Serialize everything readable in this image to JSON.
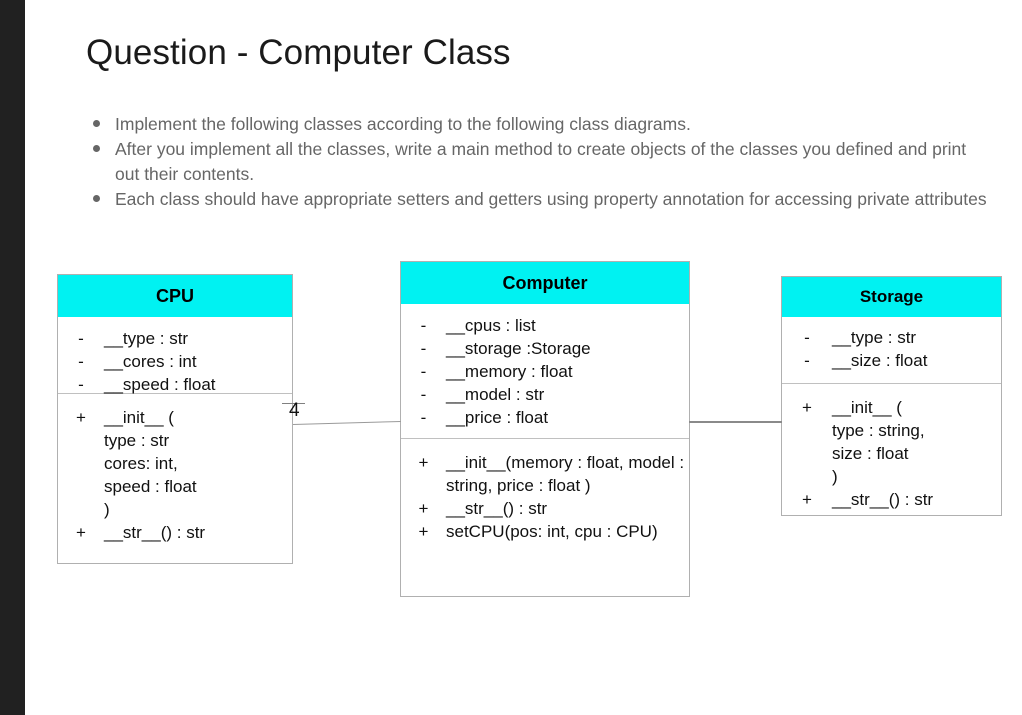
{
  "slide": {
    "title": "Question - Computer Class",
    "bullets": [
      "Implement the following classes according to the following class diagrams.",
      "After you implement all the classes, write a main method to create objects of the classes you defined and print out their contents.",
      "Each class should have appropriate setters and getters using property annotation for accessing private attributes"
    ]
  },
  "colors": {
    "class_header": "#00F2F2",
    "box_border": "#B0B0B0",
    "rail": "#212121",
    "bullet_text": "#666666",
    "title_text": "#1A1A1A"
  },
  "diagram": {
    "type": "uml-class-diagram",
    "classes": [
      {
        "name": "CPU",
        "attributes": [
          {
            "visibility": "-",
            "text": "__type : str"
          },
          {
            "visibility": "-",
            "text": "__cores : int"
          },
          {
            "visibility": "-",
            "text": "__speed : float"
          }
        ],
        "operations": [
          {
            "visibility": "+",
            "text": "__init__ (\ntype : str\ncores: int,\nspeed : float\n)"
          },
          {
            "visibility": "+",
            "text": "__str__() : str"
          }
        ]
      },
      {
        "name": "Computer",
        "attributes": [
          {
            "visibility": "-",
            "text": "__cpus : list"
          },
          {
            "visibility": "-",
            "text": "__storage :Storage"
          },
          {
            "visibility": "-",
            "text": "__memory : float"
          },
          {
            "visibility": "-",
            "text": "__model : str"
          },
          {
            "visibility": "-",
            "text": "__price : float"
          }
        ],
        "operations": [
          {
            "visibility": "+",
            "text": "__init__(memory : float, model : string, price : float )"
          },
          {
            "visibility": "+",
            "text": "__str__() : str"
          },
          {
            "visibility": "+",
            "text": "setCPU(pos: int, cpu : CPU)"
          }
        ]
      },
      {
        "name": "Storage",
        "attributes": [
          {
            "visibility": "-",
            "text": "__type : str"
          },
          {
            "visibility": "-",
            "text": "__size : float"
          }
        ],
        "operations": [
          {
            "visibility": "+",
            "text": "__init__ (\ntype : string,\nsize : float\n)"
          },
          {
            "visibility": "+",
            "text": "__str__() : str"
          }
        ]
      }
    ],
    "associations": [
      {
        "from": "CPU",
        "to": "Computer",
        "multiplicity": "4"
      },
      {
        "from": "Computer",
        "to": "Storage",
        "multiplicity": ""
      }
    ]
  }
}
